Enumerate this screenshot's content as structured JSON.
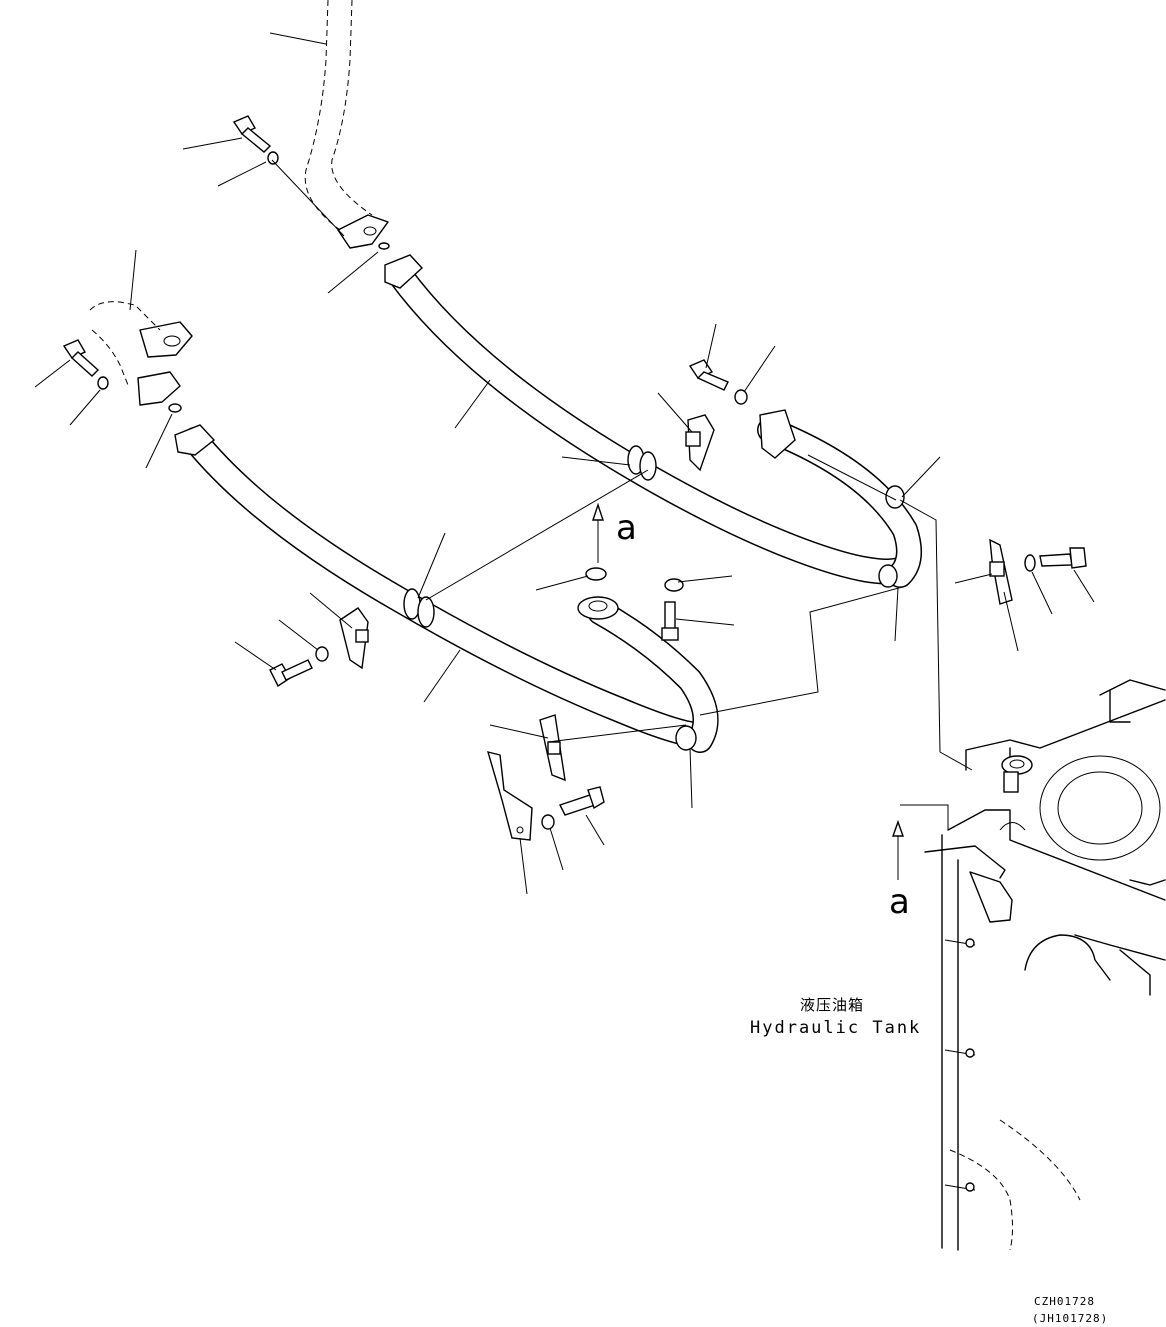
{
  "view_marker": {
    "top_label": "a",
    "bottom_label": "a"
  },
  "tank_label": {
    "chinese": "液压油箱",
    "english": "Hydraulic Tank"
  },
  "drawing_code": {
    "primary": "CZH01728",
    "secondary": "(JH101728)"
  }
}
